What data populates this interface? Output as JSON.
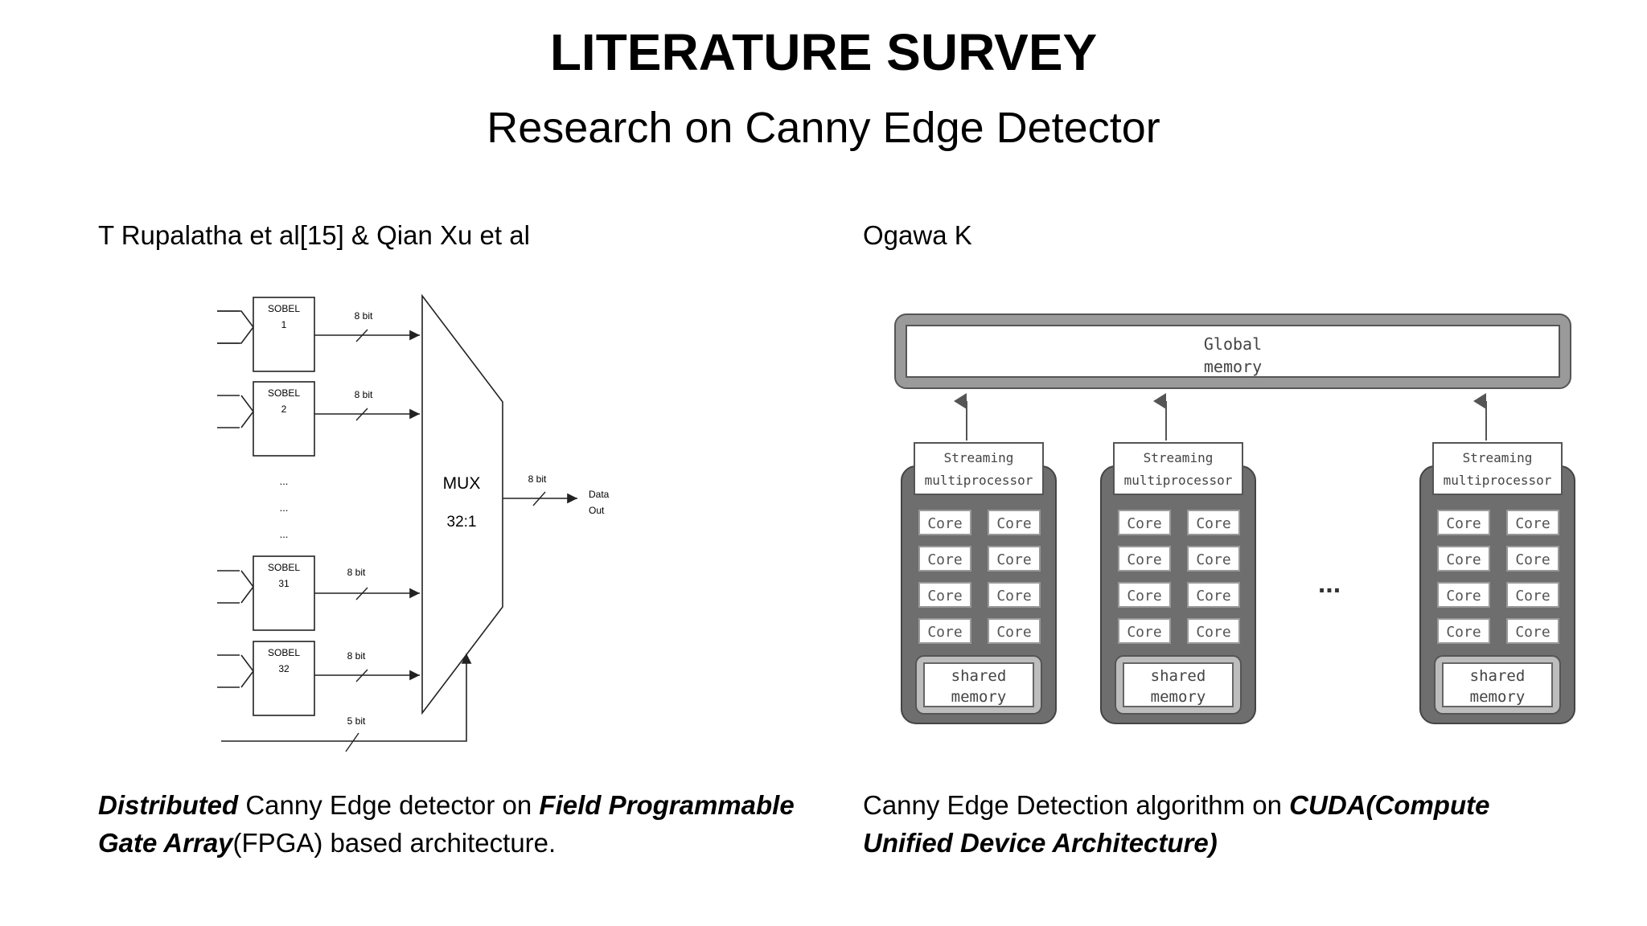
{
  "slide": {
    "title": "LITERATURE SURVEY",
    "subtitle": "Research on Canny Edge Detector"
  },
  "left": {
    "author": "T Rupalatha et al[15] & Qian Xu et al",
    "caption_parts": [
      "Distributed",
      " Canny Edge detector on ",
      "Field Programmable Gate Array",
      "(FPGA) based architecture."
    ],
    "diagram": {
      "sobel_blocks": [
        {
          "name": "SOBEL",
          "index": "1",
          "bus": "8 bit"
        },
        {
          "name": "SOBEL",
          "index": "2",
          "bus": "8 bit"
        },
        {
          "name": "SOBEL",
          "index": "31",
          "bus": "8 bit"
        },
        {
          "name": "SOBEL",
          "index": "32",
          "bus": "8 bit"
        }
      ],
      "ellipsis": [
        "...",
        "...",
        "..."
      ],
      "mux_label": "MUX",
      "mux_ratio": "32:1",
      "output_bus": "8 bit",
      "output_label_1": "Data",
      "output_label_2": "Out",
      "select_bus": "5 bit"
    }
  },
  "right": {
    "author": "Ogawa K",
    "caption_parts": [
      "Canny Edge Detection algorithm on ",
      "CUDA(Compute Unified Device Architecture)"
    ],
    "diagram": {
      "global_memory_line1": "Global",
      "global_memory_line2": "memory",
      "sm_line1": "Streaming",
      "sm_line2": "multiprocessor",
      "core_label": "Core",
      "shared_line1": "shared",
      "shared_line2": "memory",
      "ellipsis": "..."
    }
  }
}
